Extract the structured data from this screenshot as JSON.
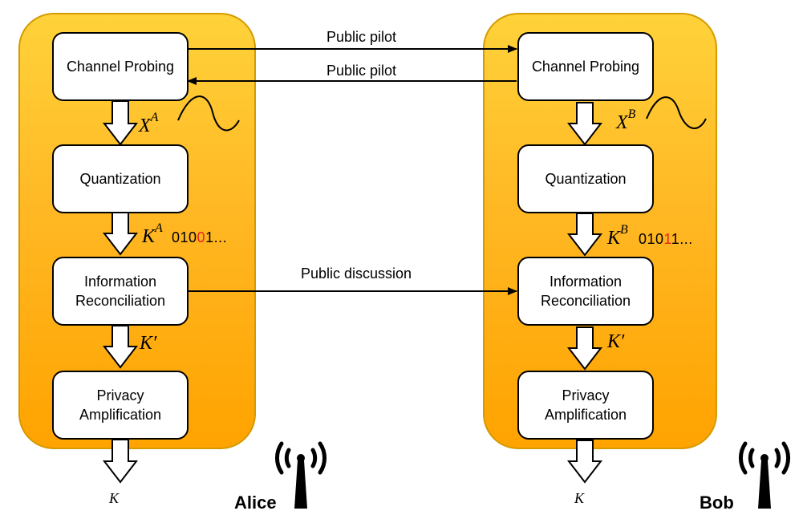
{
  "alice": {
    "name": "Alice",
    "blocks": [
      "Channel Probing",
      "Quantization",
      "Information\nReconciliation",
      "Privacy\nAmplification"
    ],
    "measurement": {
      "symbol": "X",
      "superscript": "A"
    },
    "key": {
      "symbol": "K",
      "superscript": "A",
      "bits_prefix": "010",
      "bit_diff": "0",
      "bits_suffix": "1..."
    },
    "reconciled": "K′",
    "final": "K"
  },
  "bob": {
    "name": "Bob",
    "blocks": [
      "Channel Probing",
      "Quantization",
      "Information\nReconciliation",
      "Privacy\nAmplification"
    ],
    "measurement": {
      "symbol": "X",
      "superscript": "B"
    },
    "key": {
      "symbol": "K",
      "superscript": "B",
      "bits_prefix": "010",
      "bit_diff": "1",
      "bits_suffix": "1..."
    },
    "reconciled": "K′",
    "final": "K"
  },
  "links": {
    "pilot_to_bob": "Public pilot",
    "pilot_to_alice": "Public pilot",
    "discussion": "Public discussion"
  },
  "icons": [
    "antenna-icon",
    "wave-icon",
    "hollow-arrow-icon"
  ],
  "colors": {
    "panel_top": "#ffd23a",
    "panel_bottom": "#ffa300",
    "panel_border": "#d49a00",
    "bit_diff": "#e8251b"
  }
}
